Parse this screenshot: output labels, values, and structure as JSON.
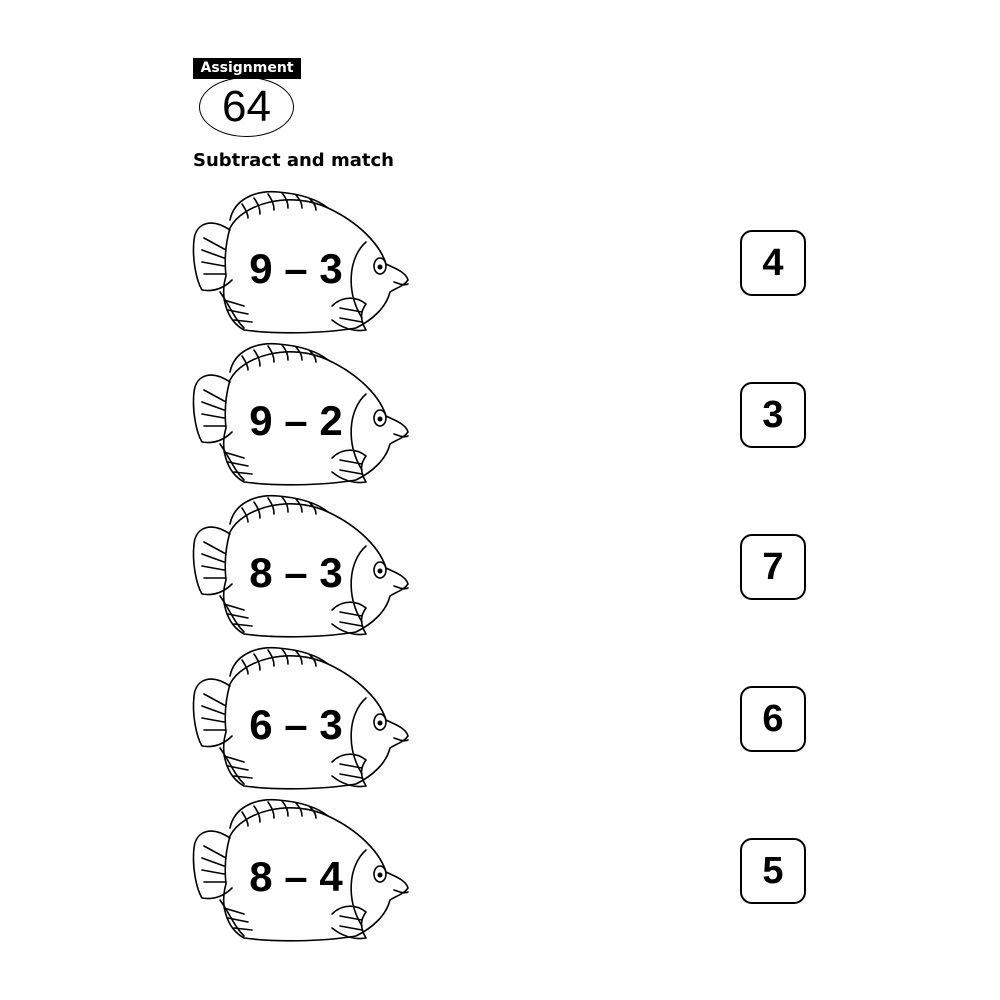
{
  "header": {
    "label": "Assignment",
    "number": "64"
  },
  "instructions": "Subtract and match",
  "problems": [
    {
      "expression": "9 – 3"
    },
    {
      "expression": "9 – 2"
    },
    {
      "expression": "8 – 3"
    },
    {
      "expression": "6 – 3"
    },
    {
      "expression": "8 – 4"
    }
  ],
  "answers": [
    {
      "value": "4"
    },
    {
      "value": "3"
    },
    {
      "value": "7"
    },
    {
      "value": "6"
    },
    {
      "value": "5"
    }
  ]
}
